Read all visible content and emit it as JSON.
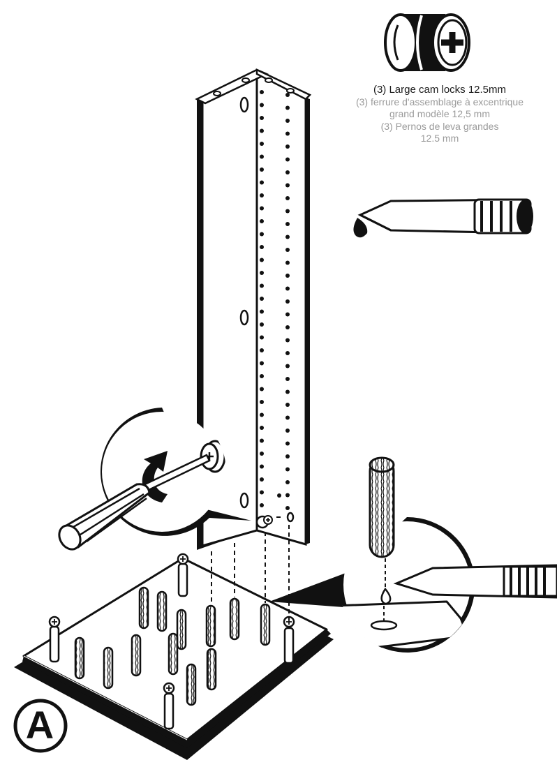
{
  "step": {
    "label": "A"
  },
  "part_caption": {
    "english": "(3) Large cam locks 12.5mm",
    "french_line1": "(3) ferrure d'assemblage à excentrique",
    "french_line2": "grand modèle 12,5 mm",
    "spanish_line1": "(3) Pernos de leva grandes",
    "spanish_line2": "12.5 mm"
  },
  "colors": {
    "ink": "#111111",
    "caption_secondary": "#9a9a9a",
    "background": "#ffffff"
  },
  "icons": {
    "cam_lock": "cam-lock-icon",
    "glue_bottle": "glue-bottle-icon",
    "screwdriver": "screwdriver-icon",
    "rotate_arrow": "rotate-arrow-icon",
    "wood_dowel": "wood-dowel-icon"
  }
}
